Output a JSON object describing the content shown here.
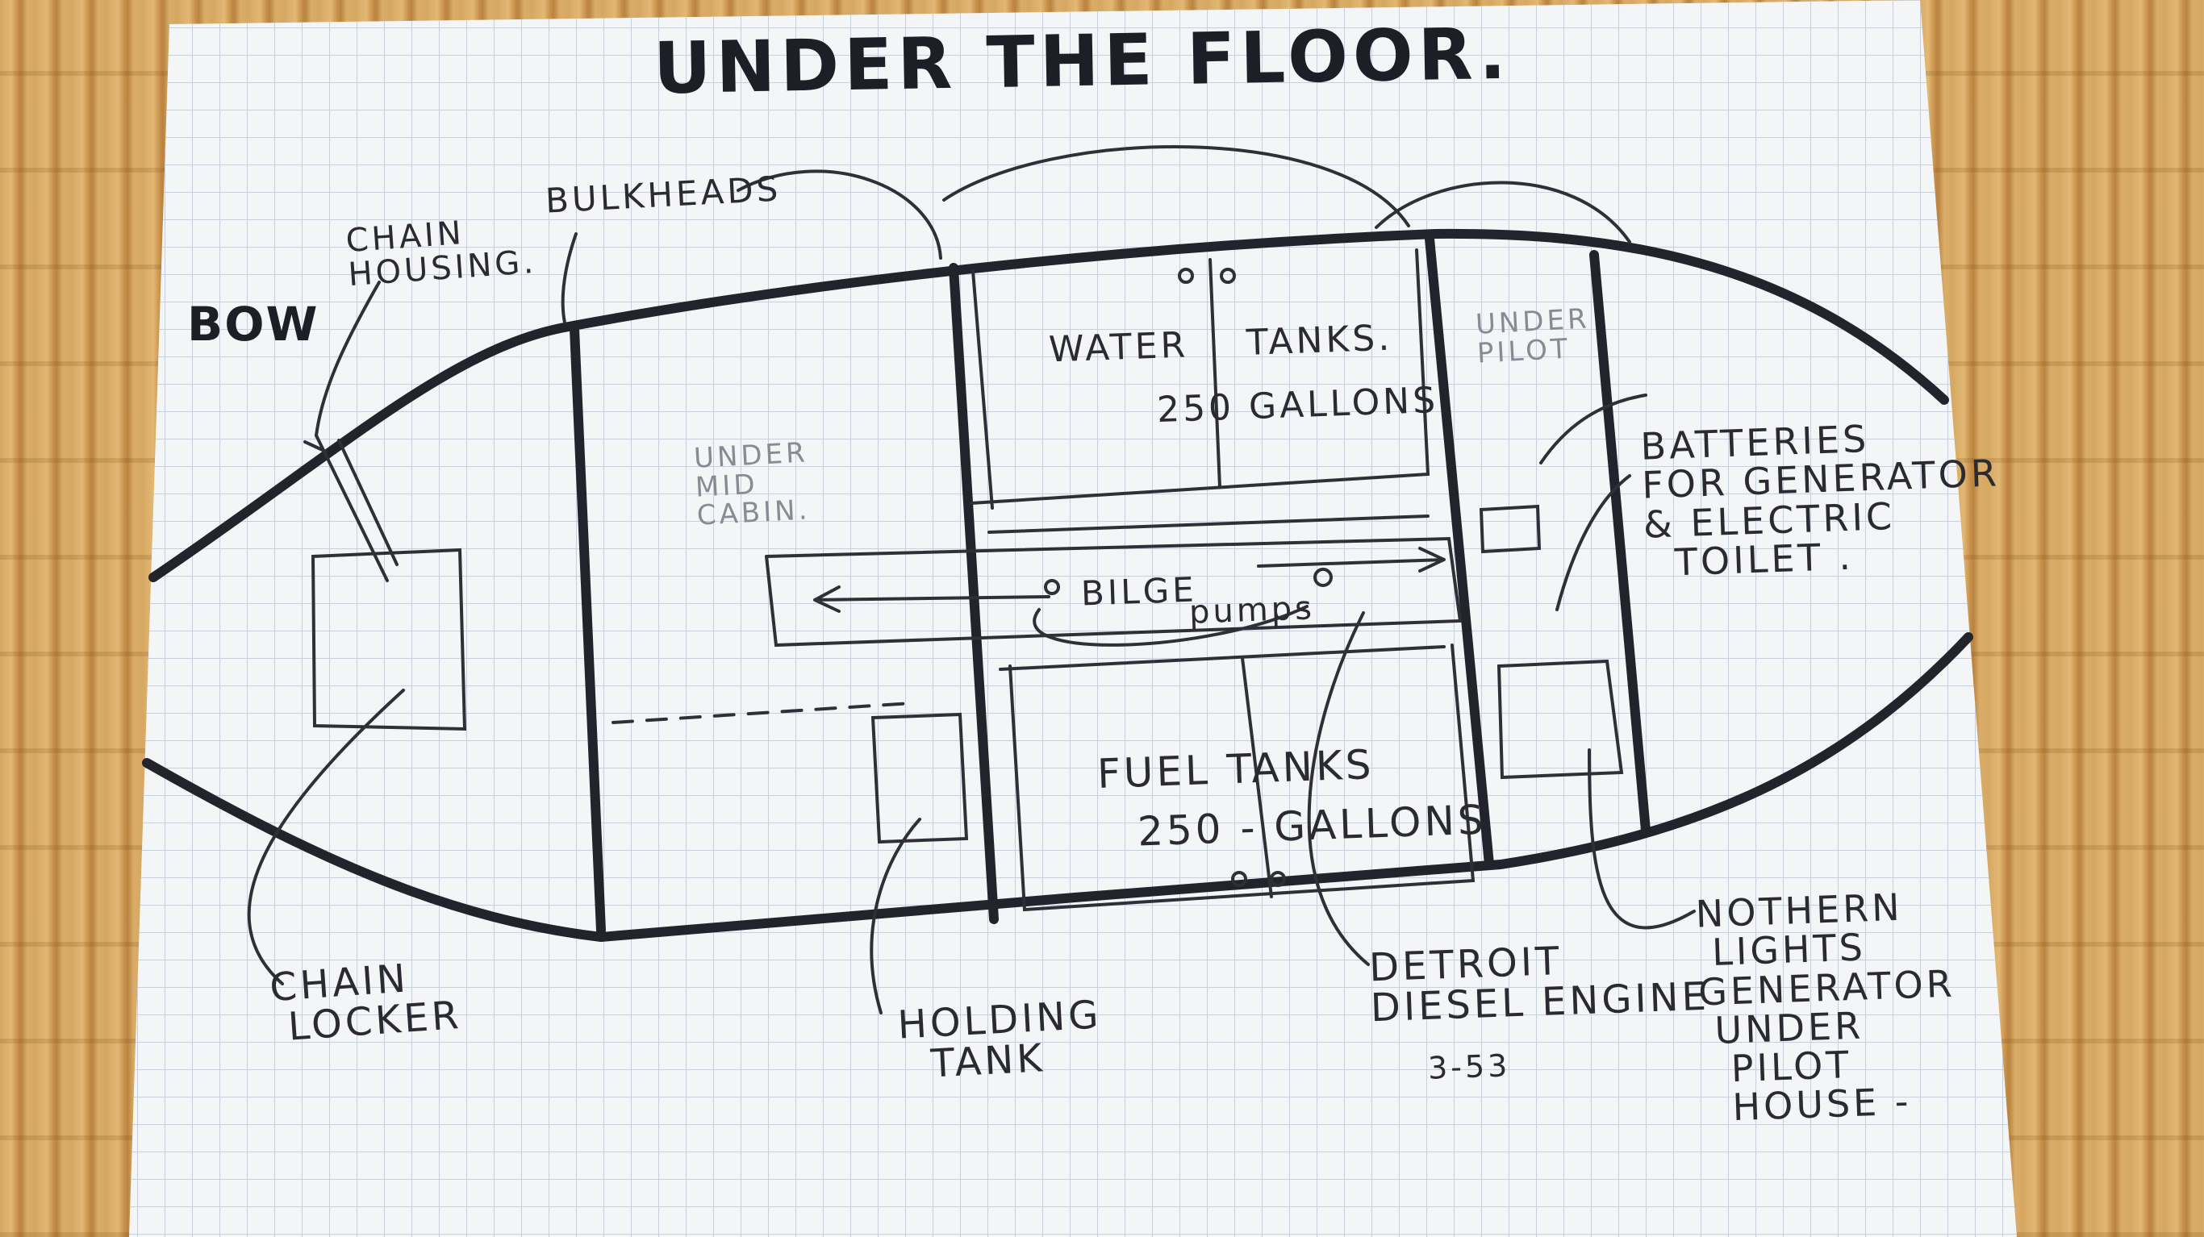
{
  "title": "UNDER THE FLOOR.",
  "labels": {
    "bow": "BOW",
    "chain_housing": "CHAIN\nHOUSING.",
    "bulkheads": "BULKHEADS",
    "under_mid_cabin": "UNDER\nMID\nCABIN.",
    "water_tanks": "WATER    TANKS.",
    "water_gallons": "250 GALLONS",
    "under_pilot": "UNDER\nPILOT",
    "batteries": "BATTERIES\nFOR GENERATOR\n& ELECTRIC\n  TOILET .",
    "bilge": "BILGE",
    "pumps": "pumps",
    "fuel_tanks": "FUEL TANKS",
    "fuel_gallons": "250 - GALLONS",
    "chain_locker": "CHAIN\n LOCKER",
    "holding_tank": "HOLDING\n  TANK",
    "detroit": "DETROIT\nDIESEL ENGINE",
    "engine_model": "3-53",
    "northern_lights": "NOTHERN\n LIGHTS\nGENERATOR\n UNDER\n  PILOT\n  HOUSE -"
  },
  "colors": {
    "ink": "#2a2a30",
    "paper": "#f4f5f7",
    "grid": "#c9d2dc",
    "mat": "#d6a862"
  }
}
